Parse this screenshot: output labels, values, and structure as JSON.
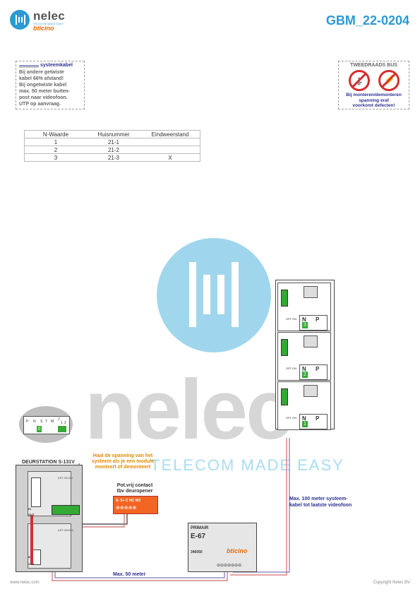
{
  "header": {
    "brand_name": "nelec",
    "brand_tagline": "TELECOM MADE EASY",
    "brand_partner": "bticino",
    "doc_id": "GBM_22-0204"
  },
  "cable_note": {
    "heading": "systeemkabel",
    "text": "Bij andere getwiste\nkabel 66% afstand!\nBij ongetwiste kabel\nmax. 50 meter buiten-\npost naar videofoon.\nUTP op aanvraag."
  },
  "warning": {
    "title": "TWEEDRAADS BUS",
    "text": "Bij monteren/demonteren\nspanning eraf\nvoorkomt defecten!"
  },
  "table": {
    "headers": [
      "N-Waarde",
      "Huisnummer",
      "Eindweerstand"
    ],
    "rows": [
      [
        "1",
        "21-1",
        ""
      ],
      [
        "2",
        "21-2",
        ""
      ],
      [
        "3",
        "21-3",
        "X"
      ]
    ]
  },
  "watermark": {
    "text": "nelec",
    "tagline": "TELECOM MADE EASY"
  },
  "door_station": {
    "title": "DEURSTATION S-131V",
    "module_top": "ART.351110",
    "module_bottom": "ART.352000",
    "in_label": "IN",
    "out_label": "OUT",
    "inset_labels": [
      "P",
      "N",
      "S",
      "T",
      "M",
      "J",
      "1",
      "2"
    ],
    "inset_n": "0"
  },
  "notes": {
    "power_warning": "Haal de spanning van het\nsysteem als je een module\nmonteert of demonteert",
    "relay_title": "Pot.vrij contact\ntbv deuropener",
    "relay_terminals": "S- S+ C NC NO",
    "max_100": "Max. 100 meter systeem-\nkabel tot laatste videofoon",
    "max_50": "Max. 50 meter"
  },
  "power_supply": {
    "primary": "PRIMAIR",
    "model": "E-67",
    "code": "346050",
    "brand": "bticino"
  },
  "monitors": [
    {
      "n": "3",
      "offon": "OFF ON"
    },
    {
      "n": "2",
      "offon": "OFF ON"
    },
    {
      "n": "1",
      "offon": "OFF ON"
    }
  ],
  "monitor_labels": {
    "n": "N",
    "p": "P"
  },
  "footer": {
    "website": "www.nelec.com",
    "copyright": "Copyright Nelec BV"
  },
  "colors": {
    "accent": "#2b9ad3",
    "brand_orange": "#e46c0a",
    "note_blue": "#2e3192",
    "warning_red": "#d32f2f",
    "terminal_green": "#33aa33"
  }
}
